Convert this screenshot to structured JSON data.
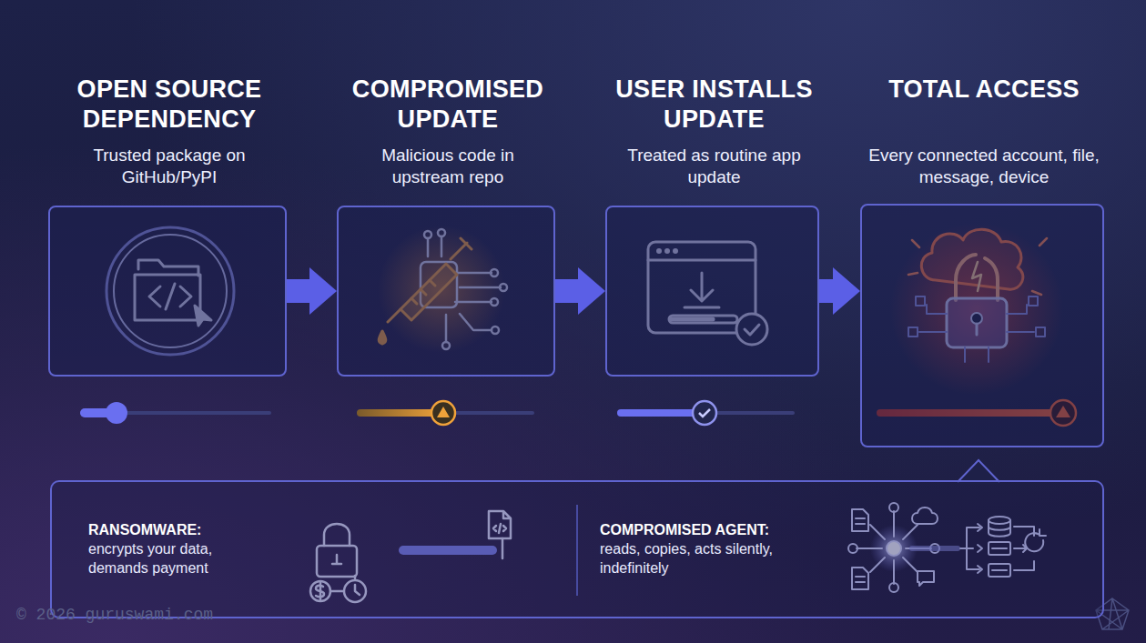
{
  "diagram": {
    "nodes": [
      {
        "text": [
          "OPEN SOURCE DEPENDENCY",
          "Trusted package on GitHub/PyPI"
        ]
      },
      {
        "text": [
          "COMPROMISED UPDATE",
          "Malicious code in upstream repo"
        ]
      },
      {
        "text": [
          "USER INSTALLS UPDATE",
          "Treated as routine app update"
        ]
      },
      {
        "text": [
          "TOTAL ACCESS",
          "Every connected account, file, message, device"
        ]
      },
      {
        "text": [
          "RANSOMWARE:",
          "encrypts your data, demands payment",
          "COMPROMISED AGENT:",
          "reads, copies, acts silently, indefinitely"
        ]
      }
    ],
    "edges": [
      {
        "from": 0,
        "to": 1,
        "arrow": "to"
      },
      {
        "from": 1,
        "to": 2,
        "arrow": "to"
      },
      {
        "from": 2,
        "to": 3,
        "arrow": "to"
      }
    ],
    "labels": [
      "© 2026 guruswami.com"
    ]
  }
}
